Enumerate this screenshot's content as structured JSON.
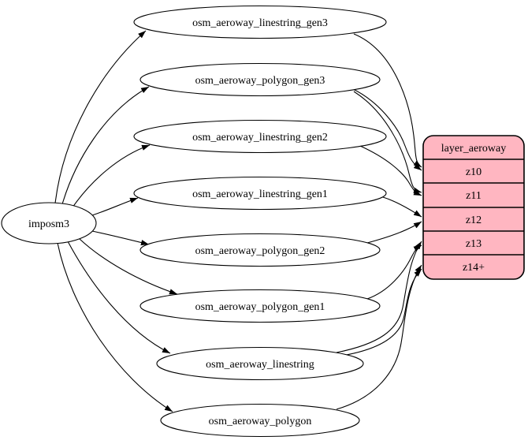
{
  "diagram": {
    "source": {
      "label": "imposm3"
    },
    "tables": [
      {
        "label": "osm_aeroway_linestring_gen3"
      },
      {
        "label": "osm_aeroway_polygon_gen3"
      },
      {
        "label": "osm_aeroway_linestring_gen2"
      },
      {
        "label": "osm_aeroway_linestring_gen1"
      },
      {
        "label": "osm_aeroway_polygon_gen2"
      },
      {
        "label": "osm_aeroway_polygon_gen1"
      },
      {
        "label": "osm_aeroway_linestring"
      },
      {
        "label": "osm_aeroway_polygon"
      }
    ],
    "layer": {
      "title": "layer_aeroway",
      "rows": [
        "z10",
        "z11",
        "z12",
        "z13",
        "z14+"
      ],
      "fill": "#ffb6c1",
      "stroke": "#000000"
    },
    "edges": [
      {
        "from": "imposm3",
        "to": "osm_aeroway_linestring_gen3"
      },
      {
        "from": "imposm3",
        "to": "osm_aeroway_polygon_gen3"
      },
      {
        "from": "imposm3",
        "to": "osm_aeroway_linestring_gen2"
      },
      {
        "from": "imposm3",
        "to": "osm_aeroway_linestring_gen1"
      },
      {
        "from": "imposm3",
        "to": "osm_aeroway_polygon_gen2"
      },
      {
        "from": "imposm3",
        "to": "osm_aeroway_polygon_gen1"
      },
      {
        "from": "imposm3",
        "to": "osm_aeroway_linestring"
      },
      {
        "from": "imposm3",
        "to": "osm_aeroway_polygon"
      },
      {
        "from": "osm_aeroway_linestring_gen3",
        "to": "z10"
      },
      {
        "from": "osm_aeroway_polygon_gen3",
        "to": "z10"
      },
      {
        "from": "osm_aeroway_polygon_gen3",
        "to": "z11"
      },
      {
        "from": "osm_aeroway_linestring_gen2",
        "to": "z11"
      },
      {
        "from": "osm_aeroway_linestring_gen1",
        "to": "z12"
      },
      {
        "from": "osm_aeroway_polygon_gen2",
        "to": "z12"
      },
      {
        "from": "osm_aeroway_polygon_gen1",
        "to": "z13"
      },
      {
        "from": "osm_aeroway_linestring",
        "to": "z13"
      },
      {
        "from": "osm_aeroway_linestring",
        "to": "z14+"
      },
      {
        "from": "osm_aeroway_polygon",
        "to": "z14+"
      }
    ]
  }
}
